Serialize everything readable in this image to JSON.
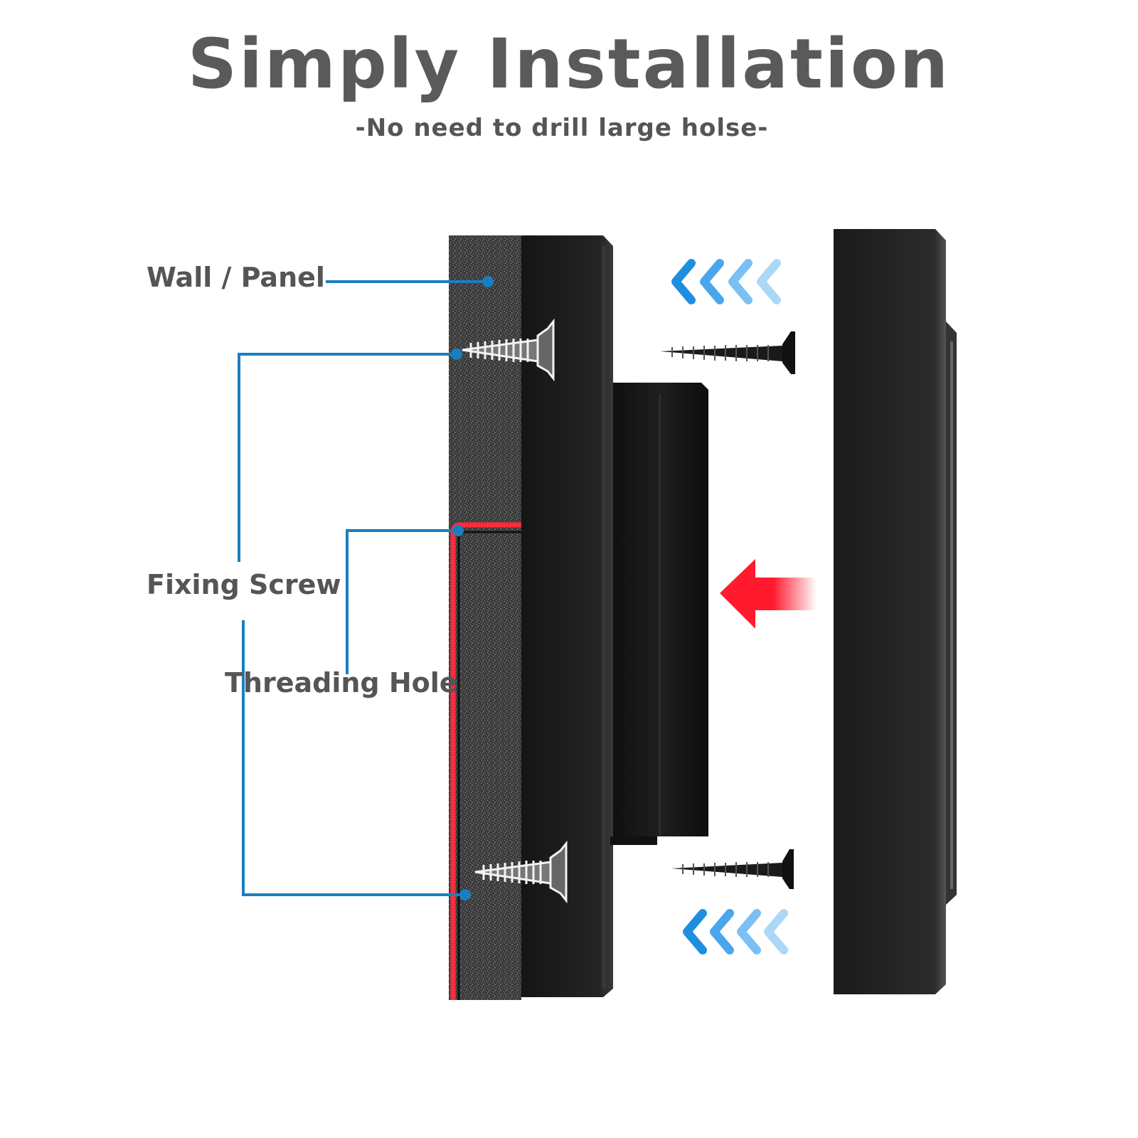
{
  "header": {
    "title": "Simply Installation",
    "subtitle": "-No need to drill large holse-"
  },
  "labels": {
    "wall": "Wall / Panel",
    "screw": "Fixing Screw",
    "hole": "Threading Hole"
  },
  "colors": {
    "callout_line": "#1a7fc1",
    "arrow_red": "#ff1a2e",
    "chevron_blue": "#3aa0e8",
    "device_black": "#1c1c1c",
    "text_gray": "#5a5a5a"
  }
}
